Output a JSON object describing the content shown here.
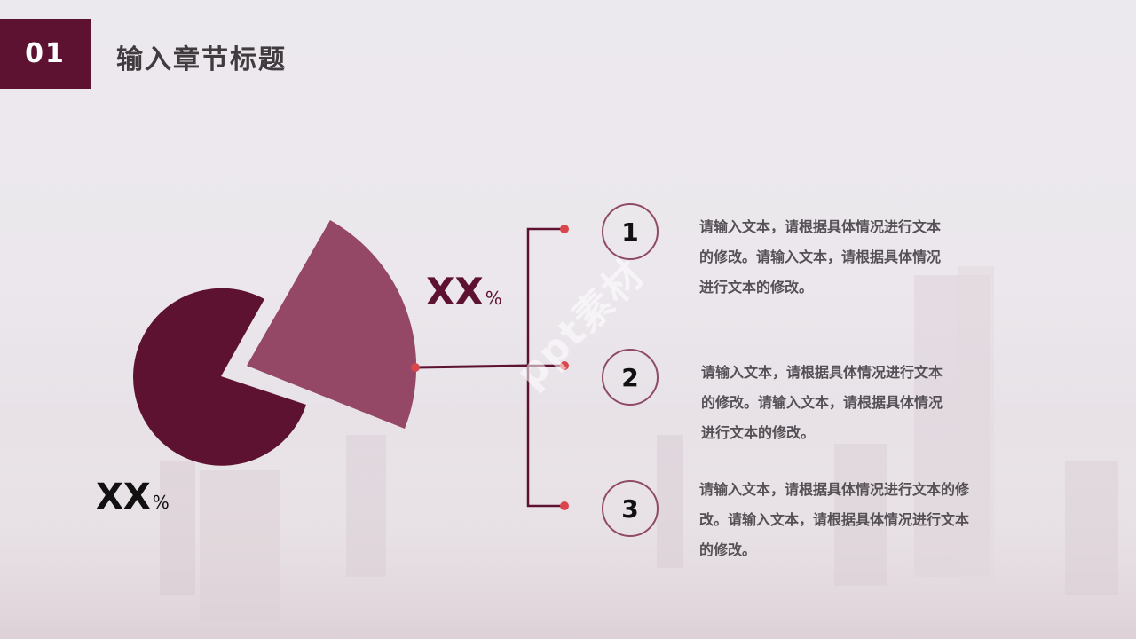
{
  "header": {
    "badge": "01",
    "title": "输入章节标题"
  },
  "diagram": {
    "slices": [
      {
        "percent_label": "XX",
        "unit": "%"
      },
      {
        "percent_label": "XX",
        "unit": "%"
      }
    ],
    "items": [
      {
        "number": "1",
        "text_lines": [
          "请输入文本，请根据具体情况进行文本",
          "的修改。请输入文本，请根据具体情况",
          "进行文本的修改。"
        ]
      },
      {
        "number": "2",
        "text_lines": [
          "请输入文本，请根据具体情况进行文本",
          "的修改。请输入文本，请根据具体情况",
          "进行文本的修改。"
        ]
      },
      {
        "number": "3",
        "text_lines": [
          "请输入文本，请根据具体情况进行文本的修",
          "改。请输入文本，请根据具体情况进行文本",
          "的修改。"
        ]
      }
    ]
  },
  "watermark": "ppt素材",
  "colors": {
    "accent_dark": "#5e1232",
    "accent_light": "#954766",
    "dot": "#d9464b"
  }
}
